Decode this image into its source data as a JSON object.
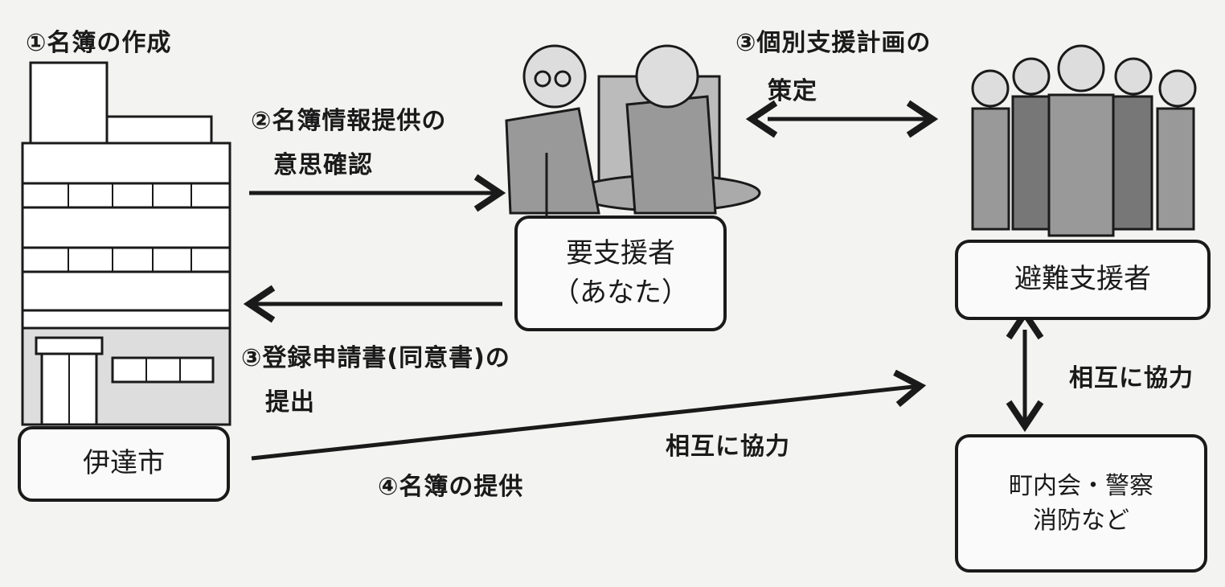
{
  "steps": {
    "step1": "①名簿の作成",
    "step2_line1": "②名簿情報提供の",
    "step2_line2": "意思確認",
    "step3a_line1": "③登録申請書(同意書)の",
    "step3a_line2": "提出",
    "step3b_line1": "③個別支援計画の",
    "step3b_line2": "策定",
    "step4": "④名簿の提供"
  },
  "labels": {
    "cooperate_right": "相互に協力",
    "cooperate_bottom": "相互に協力"
  },
  "boxes": {
    "city": "伊達市",
    "person_line1": "要支援者",
    "person_line2": "（あなた）",
    "supporters": "避難支援者",
    "community_line1": "町内会・警察",
    "community_line2": "消防など"
  }
}
